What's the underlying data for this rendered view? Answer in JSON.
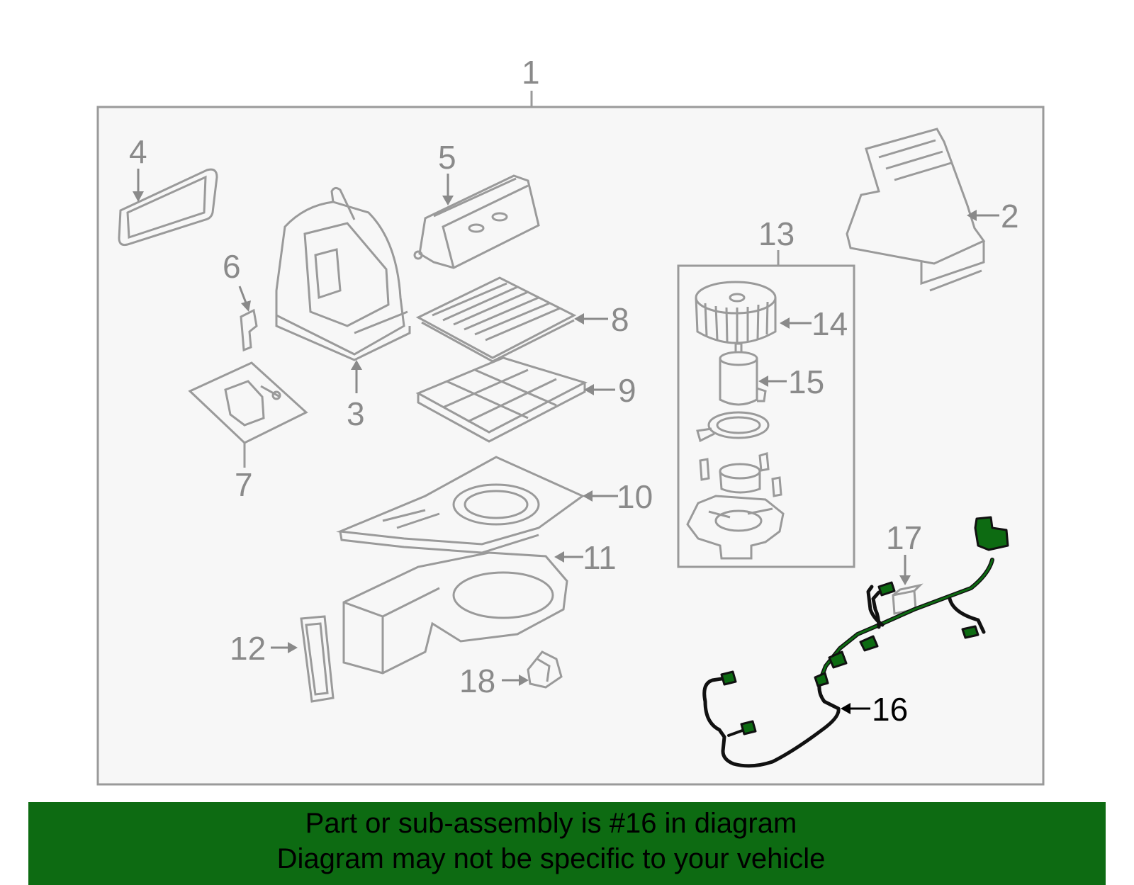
{
  "diagram": {
    "labels": {
      "n1": "1",
      "n2": "2",
      "n3": "3",
      "n4": "4",
      "n5": "5",
      "n6": "6",
      "n7": "7",
      "n8": "8",
      "n9": "9",
      "n10": "10",
      "n11": "11",
      "n12": "12",
      "n13": "13",
      "n14": "14",
      "n15": "15",
      "n16": "16",
      "n17": "17",
      "n18": "18"
    },
    "highlight_part": "16",
    "colors": {
      "background": "#ffffff",
      "panel": "#f7f7f7",
      "part_line": "#9a9a9a",
      "harness_green": "#0d6b12",
      "footer_bg": "#0d6b12"
    }
  },
  "footer": {
    "line1": "Part or sub-assembly is #16 in diagram",
    "line2": "Diagram may not be specific to your vehicle"
  }
}
